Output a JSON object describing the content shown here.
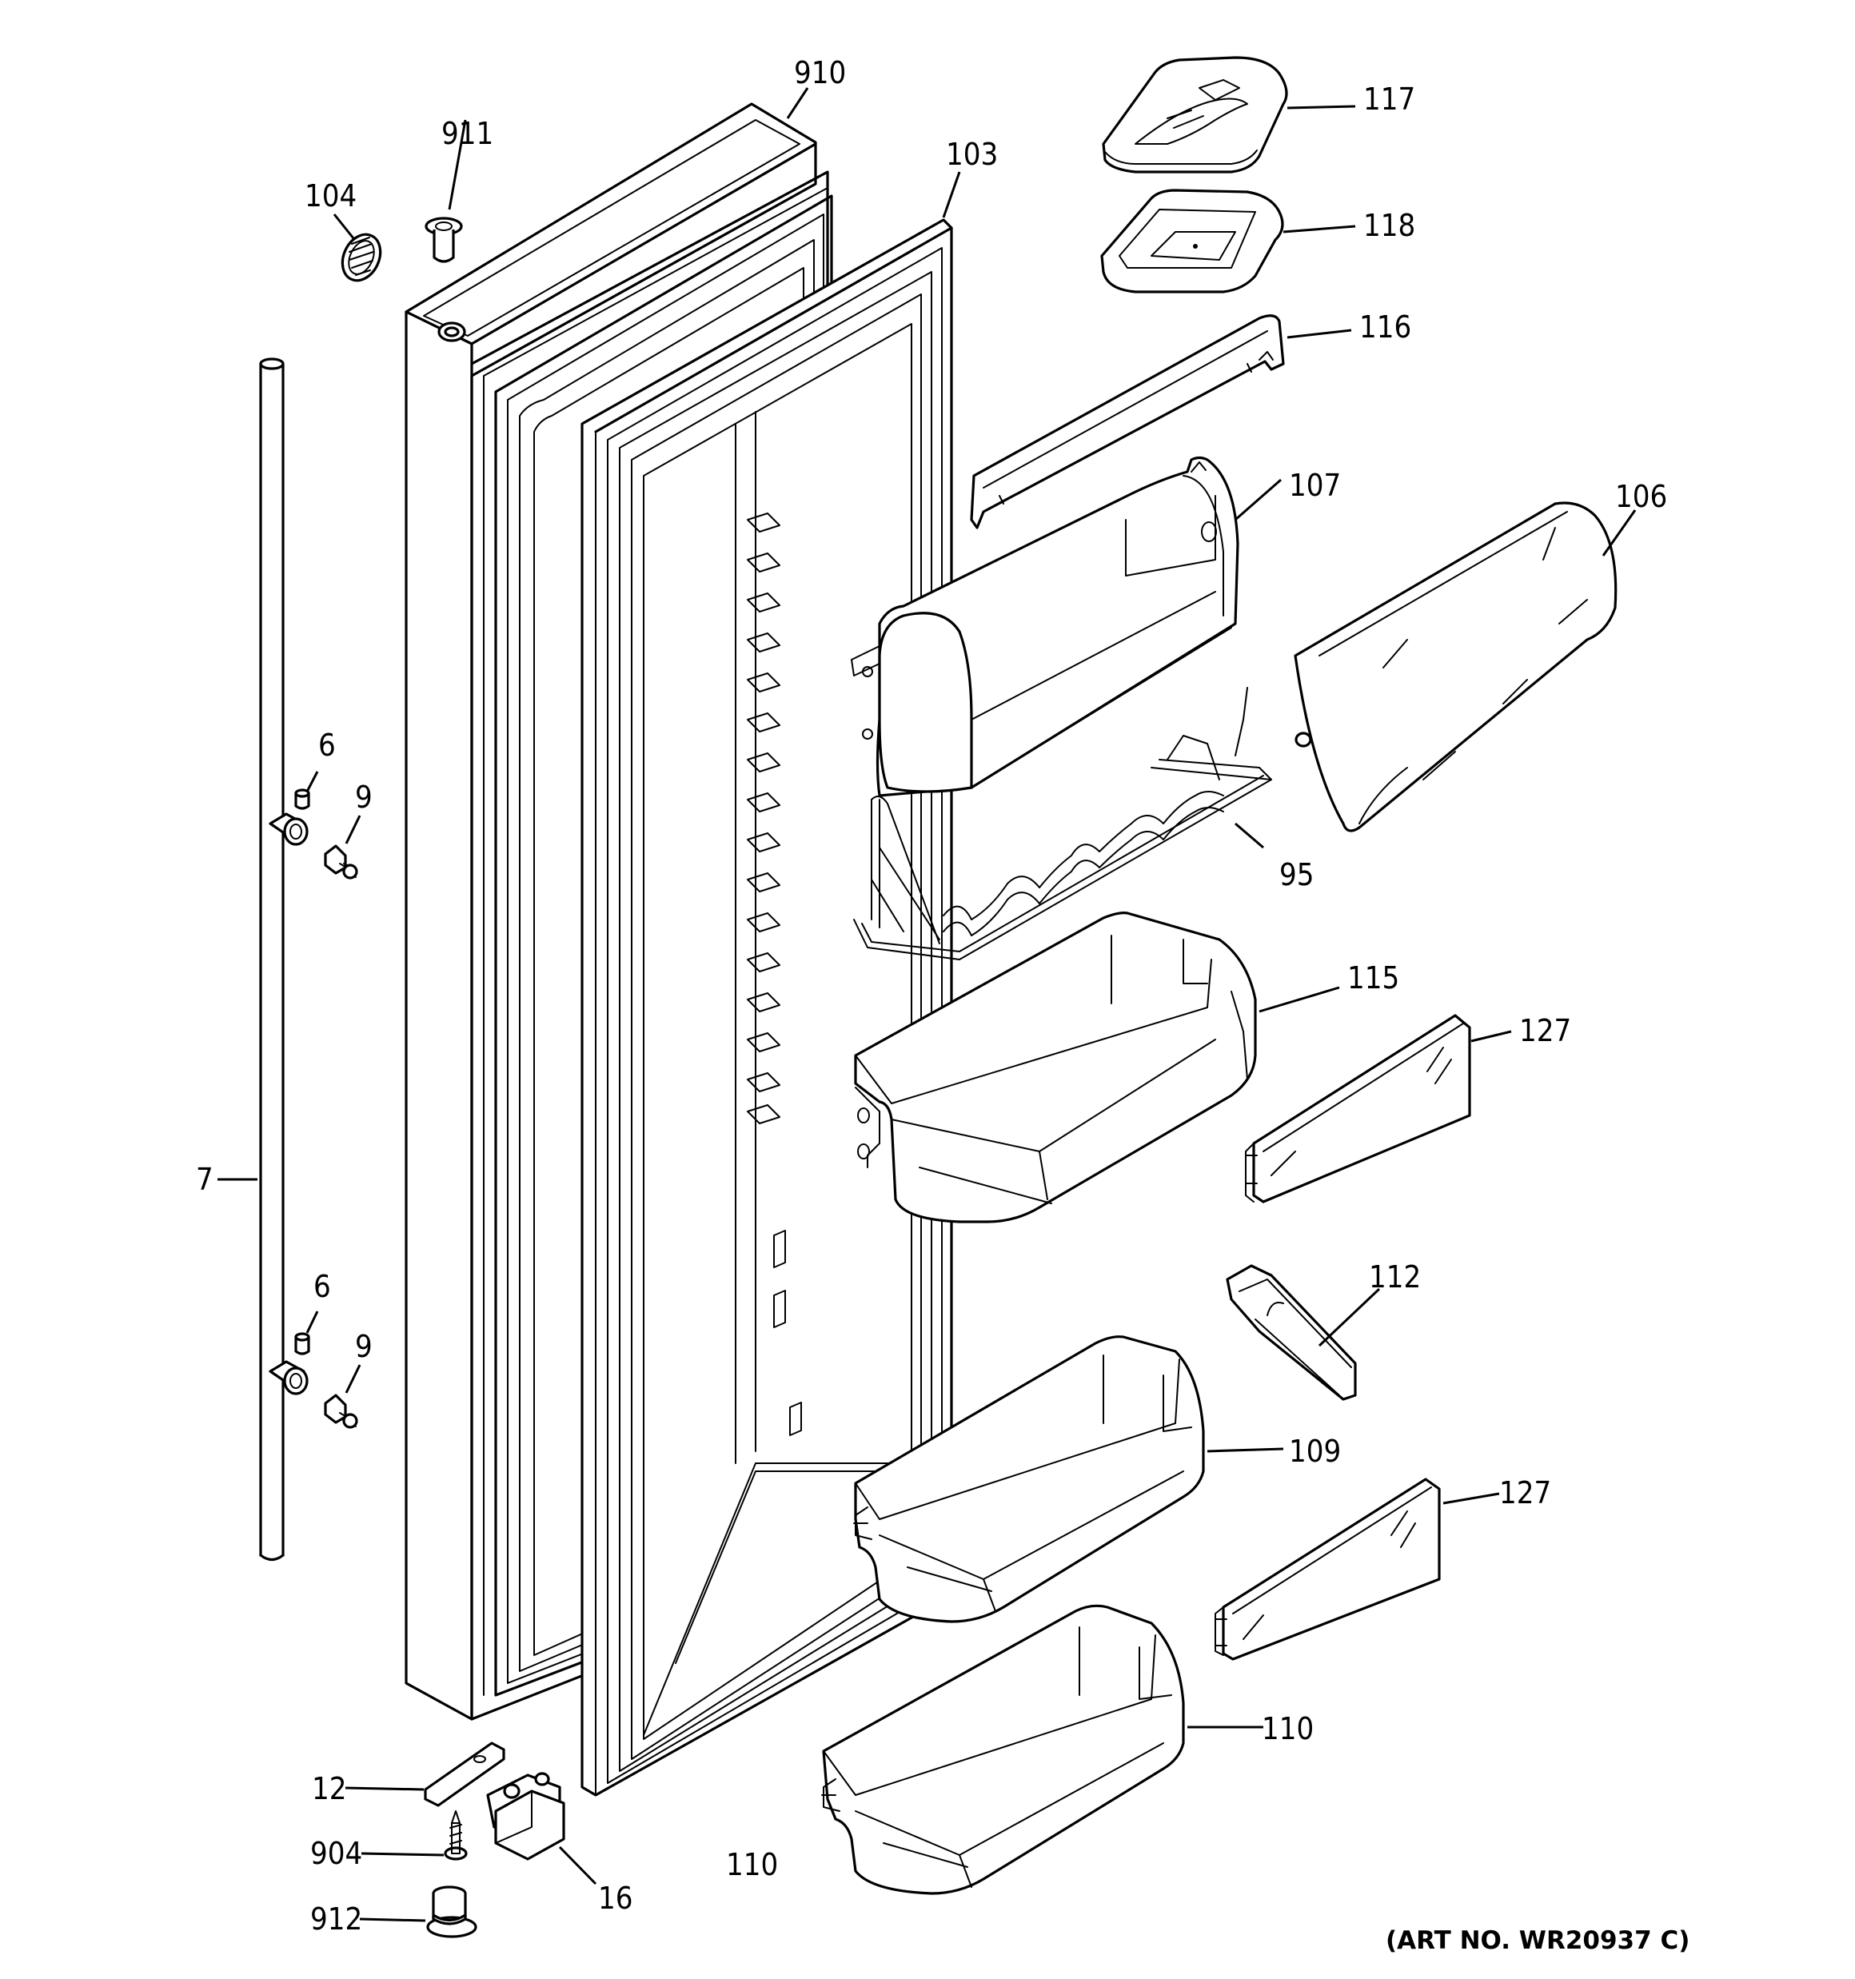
{
  "diagram": {
    "art_number": "(ART NO. WR20937 C)",
    "labels": {
      "p910": "910",
      "p911": "911",
      "p104": "104",
      "p103": "103",
      "p117": "117",
      "p118": "118",
      "p116": "116",
      "p107": "107",
      "p106": "106",
      "p95": "95",
      "p115": "115",
      "p127a": "127",
      "p127b": "127",
      "p112": "112",
      "p109": "109",
      "p110a": "110",
      "p110b": "110",
      "p6a": "6",
      "p6b": "6",
      "p9a": "9",
      "p9b": "9",
      "p7": "7",
      "p12": "12",
      "p904": "904",
      "p912": "912",
      "p16": "16"
    }
  }
}
